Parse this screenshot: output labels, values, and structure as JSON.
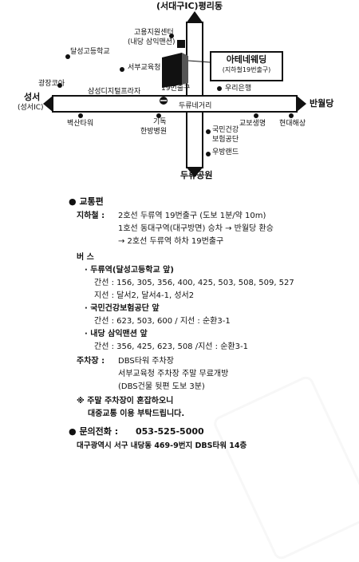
{
  "map": {
    "top_road": "(서대구IC)평리동",
    "bottom_road": "두류공원",
    "left_road": "성서",
    "left_road_sub": "(성서IC)",
    "right_road": "반월당",
    "venue_name": "아테네웨딩",
    "venue_sub": "(지하철19번출구)",
    "landmarks": {
      "employment_center": "고용지원센터",
      "employment_center_sub": "(내당 삼익맨션)",
      "dalseong_hs": "달성고등학교",
      "seobu_edu": "서부교육청",
      "gwangjang": "광장코아",
      "samsung_plaza": "삼성디지털프라자",
      "exit19": "19번출구",
      "woori_bank": "우리은행",
      "crossroad": "두류네거리",
      "byeoksan": "벽산타워",
      "kidok": "기독",
      "kidok_sub": "한방병원",
      "kyobo": "교보생명",
      "hyundai_marine": "현대해상",
      "nhis": "국민건강",
      "nhis_sub": "보험공단",
      "woobang": "우방랜드"
    }
  },
  "info": {
    "transport_title": "교통편",
    "subway_label": "지하철 :",
    "subway_line1": "2호선 두류역 19번출구 (도보 1분/약 10m)",
    "subway_line2": "1호선 동대구역(대구방면) 승차 → 반월당 환승",
    "subway_line3": "→ 2호선 두류역 하차 19번출구",
    "bus_label": "버   스",
    "bus1_title": "· 두류역(달성고등학교 앞)",
    "bus1_trunk": "간선 : 156, 305, 356, 400, 425, 503, 508, 509, 527",
    "bus1_branch": "지선 : 달서2, 달서4-1, 성서2",
    "bus2_title": "· 국민건강보험공단 앞",
    "bus2_line": "간선 : 623, 503, 600 / 지선 : 순환3-1",
    "bus3_title": "· 내당 삼익맨션 앞",
    "bus3_line": "간선 : 356, 425, 623, 508 /지선 : 순환3-1",
    "parking_label": "주차장 :",
    "parking_line1": "DBS타워 주차장",
    "parking_line2": "서부교육청 주차장 주말 무료개방",
    "parking_line3": "(DBS건물 뒷편 도보 3분)",
    "notice_line1": "※ 주말 주차장이 혼잡하오니",
    "notice_line2": "대중교통 이용 부탁드립니다.",
    "phone_label": "문의전화 :",
    "phone": "053-525-5000",
    "address": "대구광역시 서구 내당동 469-9번지 DBS타워 14층"
  }
}
